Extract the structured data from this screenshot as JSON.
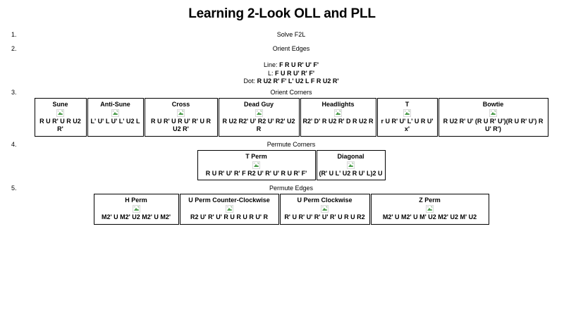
{
  "document": {
    "title": "Learning 2-Look OLL and PLL"
  },
  "steps": [
    {
      "number": "1.",
      "label": "Solve F2L"
    },
    {
      "number": "2.",
      "label": "Orient Edges"
    },
    {
      "number": "3.",
      "label": "Orient Corners"
    },
    {
      "number": "4.",
      "label": "Permute Corners"
    },
    {
      "number": "5.",
      "label": "Permute Edges"
    }
  ],
  "orient_edges": {
    "lines": [
      {
        "label": "Line:",
        "algorithm": "F R U R' U' F'"
      },
      {
        "label": "L:",
        "algorithm": "F U R U' R' F'"
      },
      {
        "label": "Dot:",
        "algorithm": "R U2 R' F' L' U2 L F R U2 R'"
      }
    ]
  },
  "orient_corners": {
    "cases": [
      {
        "name": "Sune",
        "image": "broken-image-icon",
        "algorithm": "R U R' U R U2 R'"
      },
      {
        "name": "Anti-Sune",
        "image": "broken-image-icon",
        "algorithm": "L' U' L U' L' U2 L"
      },
      {
        "name": "Cross",
        "image": "broken-image-icon",
        "algorithm": "R U R' U R U' R' U R U2 R'"
      },
      {
        "name": "Dead Guy",
        "image": "broken-image-icon",
        "algorithm": "R U2 R2' U' R2 U' R2' U2 R"
      },
      {
        "name": "Headlights",
        "image": "broken-image-icon",
        "algorithm": "R2' D' R U2 R' D R U2 R"
      },
      {
        "name": "T",
        "image": "broken-image-icon",
        "algorithm": "r U R' U' L' U R U' x'"
      },
      {
        "name": "Bowtie",
        "image": "broken-image-icon",
        "algorithm": "R U2 R' U' (R U R' U')(R U R' U') R U' R')"
      }
    ]
  },
  "permute_corners": {
    "cases": [
      {
        "name": "T Perm",
        "image": "broken-image-icon",
        "algorithm": "R U R' U' R' F R2 U' R' U' R U R' F'"
      },
      {
        "name": "Diagonal",
        "image": "broken-image-icon",
        "algorithm": "(R' U L' U2 R U' L)2 U"
      }
    ]
  },
  "permute_edges": {
    "cases": [
      {
        "name": "H Perm",
        "image": "broken-image-icon",
        "algorithm": "M2' U M2' U2 M2' U M2'"
      },
      {
        "name": "U Perm Counter-Clockwise",
        "image": "broken-image-icon",
        "algorithm": "R2 U' R' U' R U R U R U' R"
      },
      {
        "name": "U Perm Clockwise",
        "image": "broken-image-icon",
        "algorithm": "R' U R' U' R' U' R' U R U R2"
      },
      {
        "name": "Z Perm",
        "image": "broken-image-icon",
        "algorithm": "M2' U M2' U M' U2 M2' U2 M' U2"
      }
    ]
  }
}
